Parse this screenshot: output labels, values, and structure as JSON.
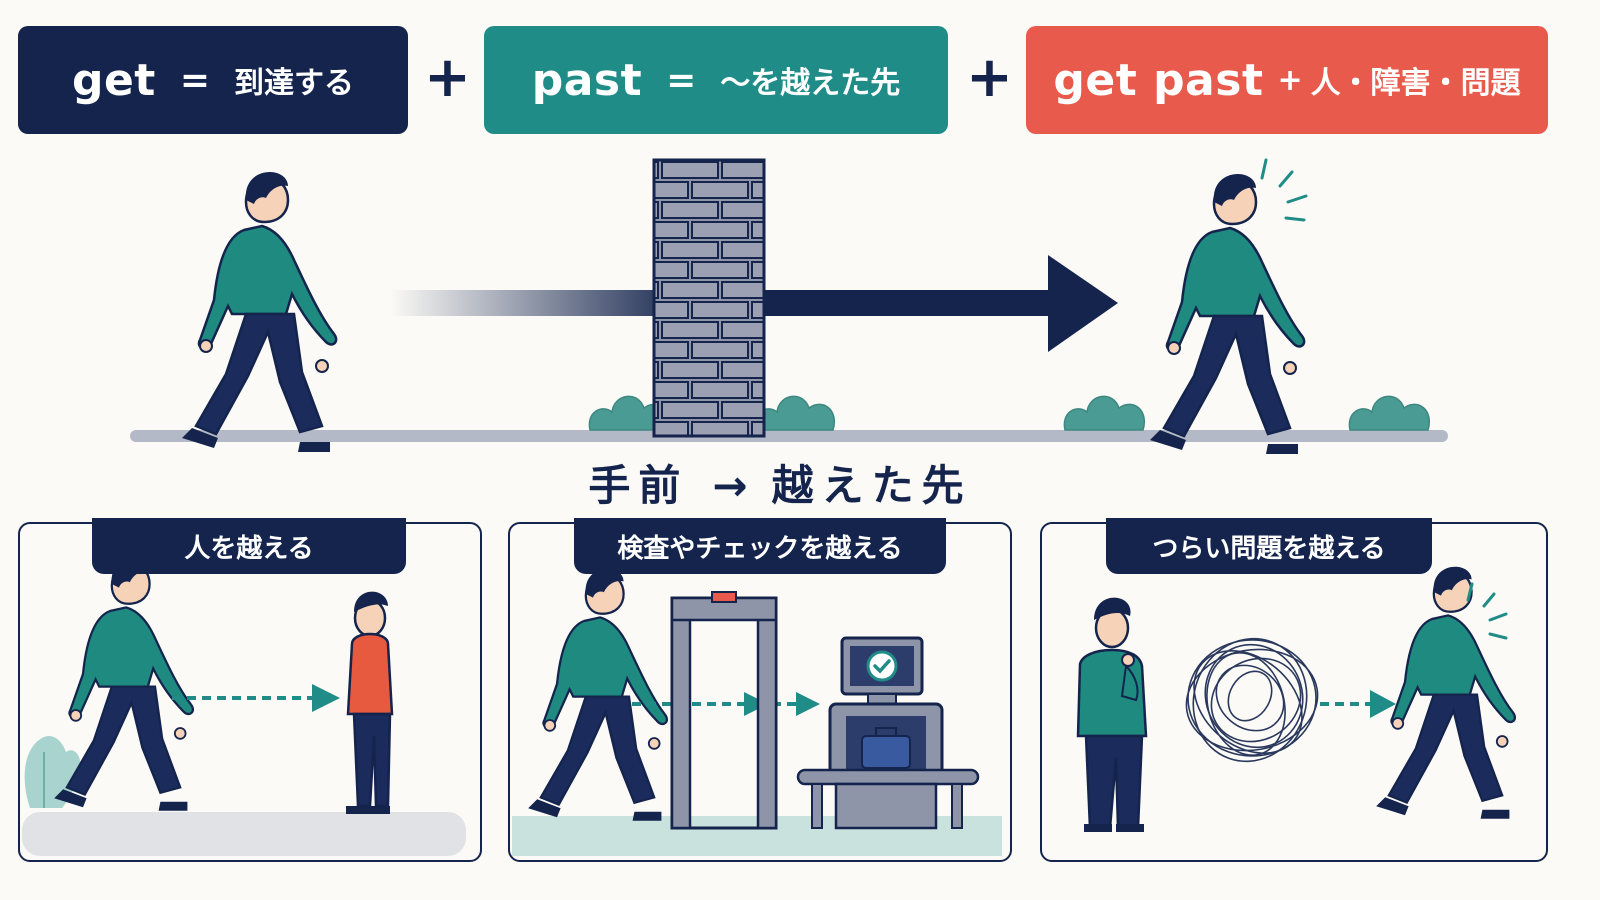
{
  "formula": {
    "get": {
      "word": "get",
      "equals": "=",
      "meaning": "到達する",
      "color": "#14244d"
    },
    "plus_1": "+",
    "past": {
      "word": "past",
      "equals": "=",
      "meaning": "〜を越えた先",
      "color": "#1f8c87"
    },
    "plus_2": "+",
    "combo": {
      "word": "get past",
      "plus": "+",
      "meaning": "人・障害・問題",
      "color": "#e85a4c"
    }
  },
  "main_label": {
    "before": "手前",
    "arrow": "→",
    "after": "越えた先"
  },
  "panels": [
    {
      "title": "人を越える"
    },
    {
      "title": "検査やチェックを越える"
    },
    {
      "title": "つらい問題を越える"
    }
  ],
  "colors": {
    "navy": "#14244d",
    "teal": "#1f8c87",
    "coral": "#e85a4c",
    "shirt_teal": "#1e8a80",
    "shirt_red": "#e85a3f",
    "wall": "#8d93a6"
  }
}
